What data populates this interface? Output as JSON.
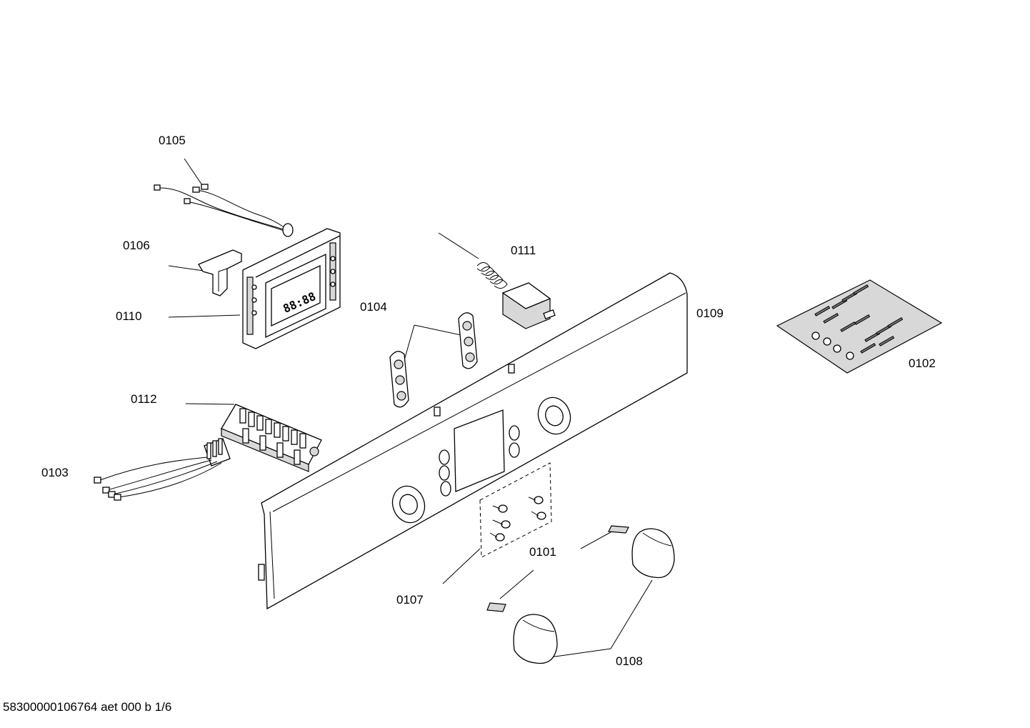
{
  "footer": {
    "doc_id": "58300000106764 aet 000 b 1/6"
  },
  "display_readout": "88:88",
  "labels": {
    "p0101": "0101",
    "p0102": "0102",
    "p0103": "0103",
    "p0104": "0104",
    "p0105": "0105",
    "p0106": "0106",
    "p0107": "0107",
    "p0108": "0108",
    "p0109": "0109",
    "p0110": "0110",
    "p0111": "0111",
    "p0112": "0112"
  }
}
